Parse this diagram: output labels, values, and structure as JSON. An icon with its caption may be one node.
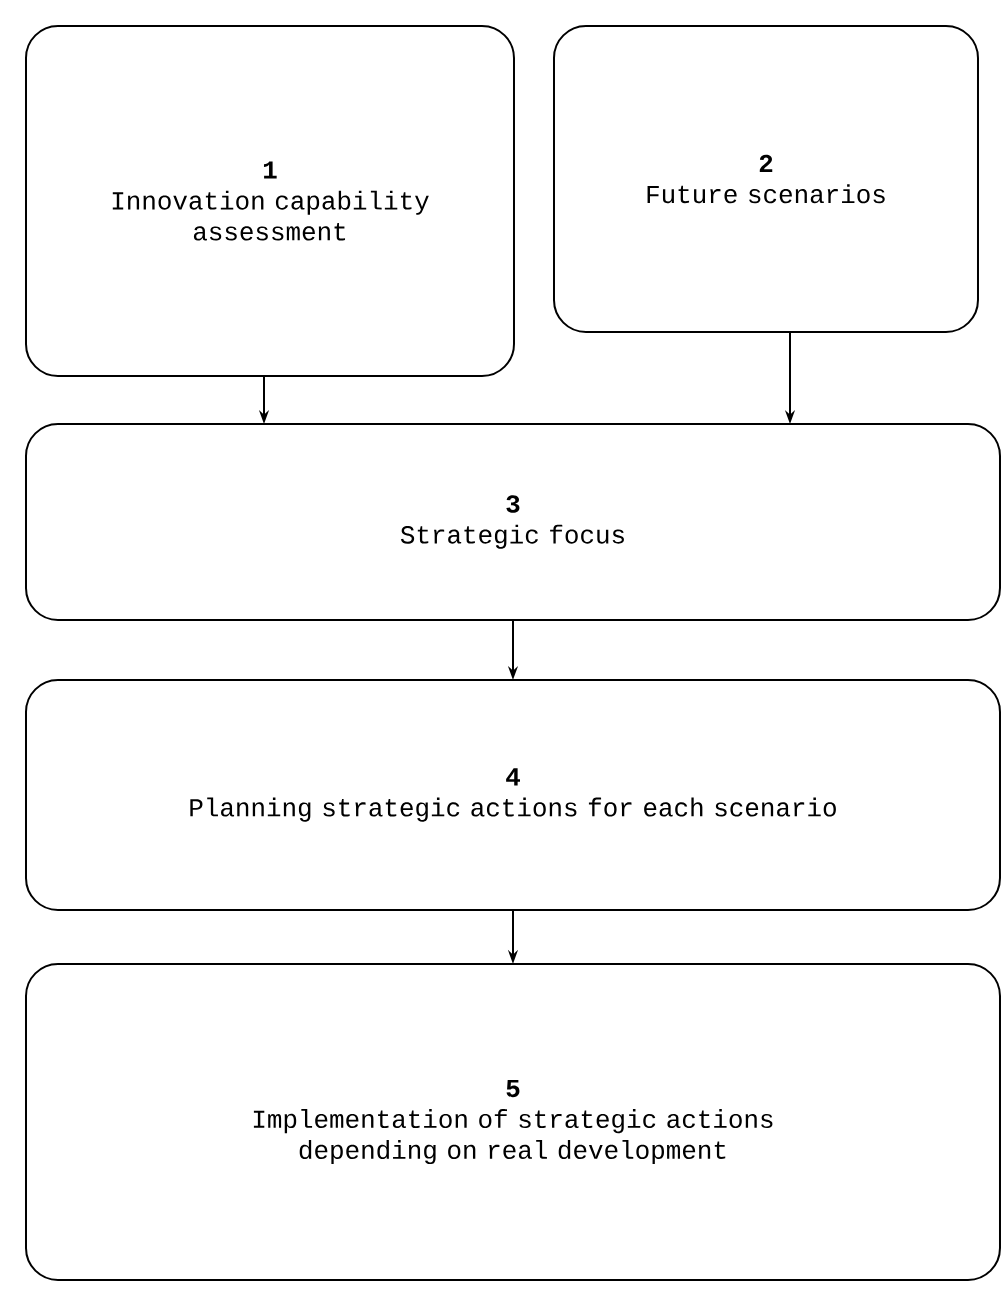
{
  "diagram": {
    "nodes": [
      {
        "text": [
          "1",
          "Innovation capability assessment"
        ]
      },
      {
        "text": [
          "2",
          "Future scenarios"
        ]
      },
      {
        "text": [
          "3",
          "Strategic focus"
        ]
      },
      {
        "text": [
          "4",
          "Planning strategic actions for each scenario"
        ]
      },
      {
        "text": [
          "5",
          "Implementation of strategic actions depending on real development"
        ]
      }
    ],
    "edges": [
      {
        "from": 0,
        "to": 2,
        "arrow": "to"
      },
      {
        "from": 1,
        "to": 2,
        "arrow": "to"
      },
      {
        "from": 2,
        "to": 3,
        "arrow": "to"
      },
      {
        "from": 3,
        "to": 4,
        "arrow": "to"
      }
    ]
  }
}
